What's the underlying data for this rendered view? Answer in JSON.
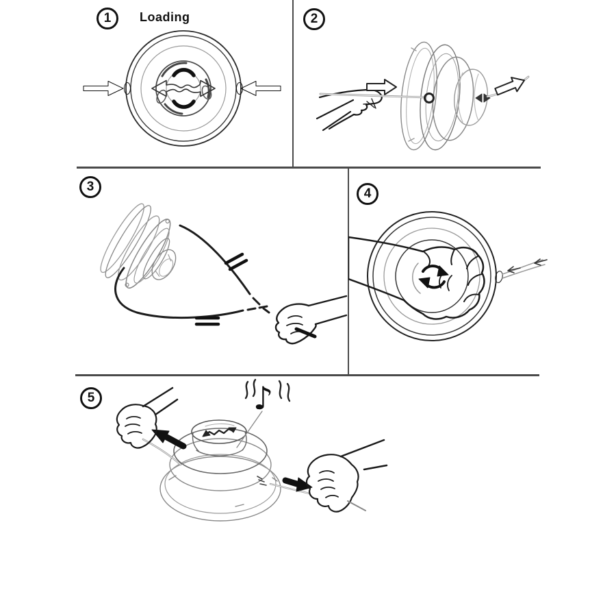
{
  "diagram": {
    "steps": [
      {
        "number": "1",
        "label": "Loading"
      },
      {
        "number": "2"
      },
      {
        "number": "3"
      },
      {
        "number": "4"
      },
      {
        "number": "5"
      }
    ],
    "music_note": "♪",
    "colors": {
      "ink": "#111111",
      "sketch": "#888888",
      "divider": "#4a4a4a",
      "paper": "#ffffff"
    }
  }
}
